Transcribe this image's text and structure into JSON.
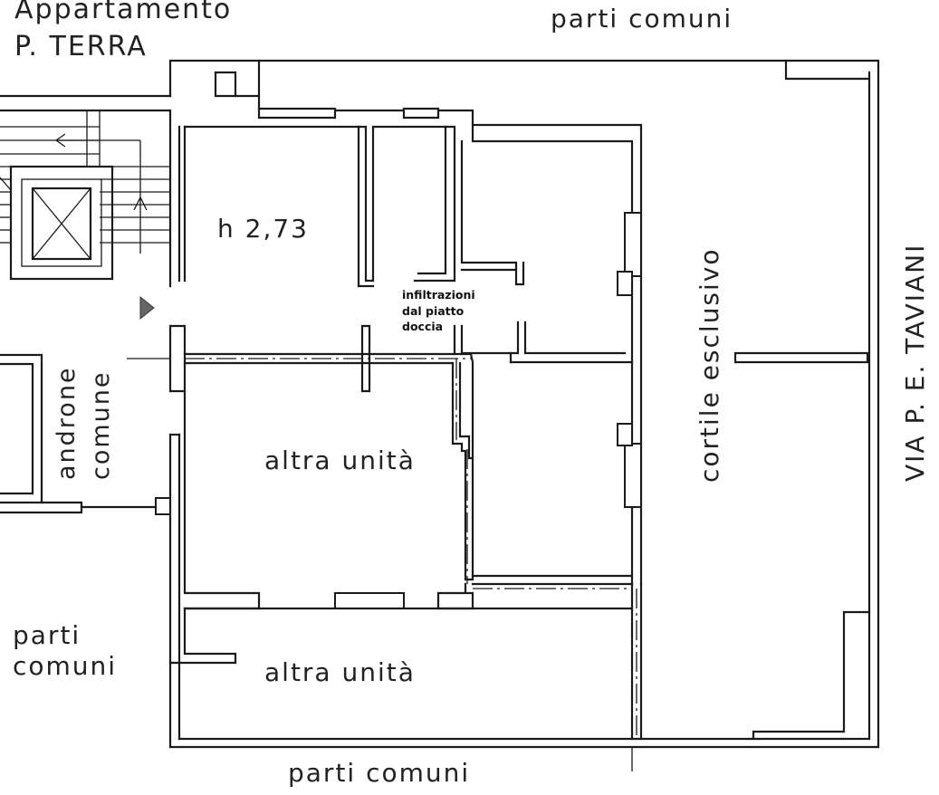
{
  "title": {
    "line1": "Appartamento",
    "line2": "P. TERRA"
  },
  "labels": {
    "parti_comuni_top": "parti comuni",
    "parti_comuni_bottom": "parti comuni",
    "parti_comuni_left_1": "parti",
    "parti_comuni_left_2": "comuni",
    "height": "h 2,73",
    "note_1": "infiltrazioni",
    "note_2": "dal piatto",
    "note_3": "doccia",
    "androne_1": "androne",
    "androne_2": "comune",
    "altra_unita_1": "altra unità",
    "altra_unita_2": "altra unità",
    "cortile": "cortile esclusivo",
    "via": "VIA P. E. TAVIANI"
  },
  "colors": {
    "line": "#1a1a1a",
    "background": "#ffffff",
    "marker": "#666666"
  }
}
